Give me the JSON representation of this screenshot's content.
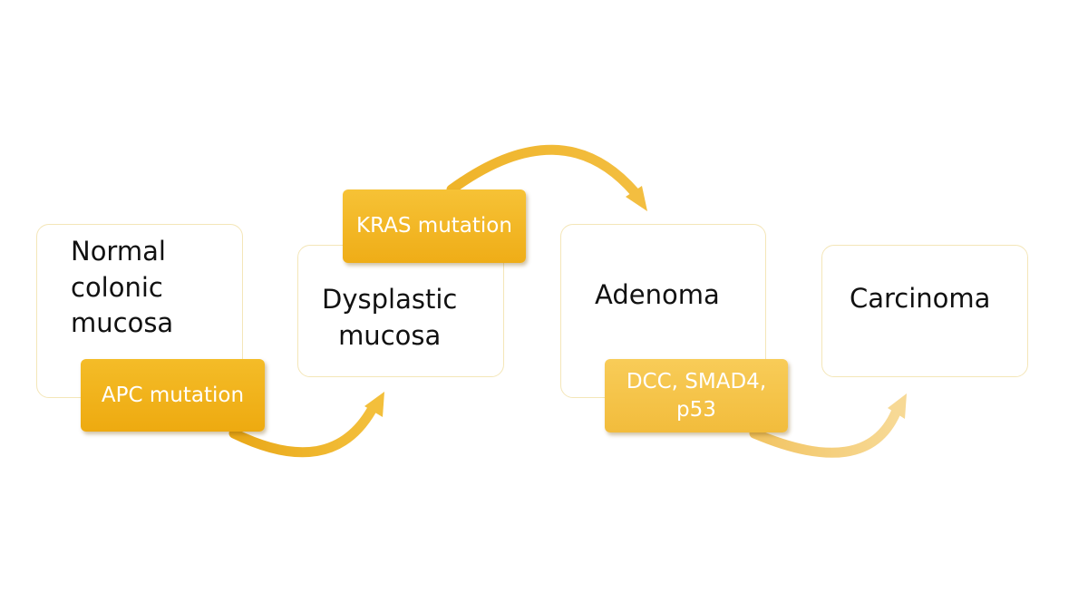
{
  "stages": [
    {
      "label": "Normal\ncolonic\nmucosa"
    },
    {
      "label": "Dysplastic\nmucosa"
    },
    {
      "label": "Adenoma"
    },
    {
      "label": "Carcinoma"
    }
  ],
  "mutations": [
    {
      "label": "APC mutation"
    },
    {
      "label": "KRAS mutation"
    },
    {
      "label": "DCC, SMAD4,\np53"
    }
  ],
  "colors": {
    "stage_border": "#f4e6b8",
    "mutation_fill_1": "#f0b01a",
    "mutation_fill_2": "#f2b524",
    "mutation_fill_3": "#f5c44a",
    "arrow": "#f2b83a"
  }
}
